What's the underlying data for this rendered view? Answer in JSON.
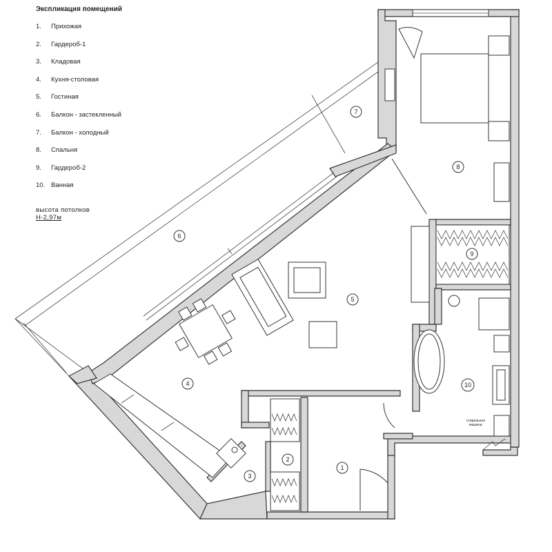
{
  "legend": {
    "title": "Экспликация помещений",
    "items": [
      {
        "num": "1.",
        "name": "Прихожая"
      },
      {
        "num": "2.",
        "name": " Гардероб-1"
      },
      {
        "num": "3.",
        "name": "Кладовая"
      },
      {
        "num": "4.",
        "name": "Кухня-столовая"
      },
      {
        "num": "5.",
        "name": "Гостиная"
      },
      {
        "num": "6.",
        "name": "Балкон - застекленный"
      },
      {
        "num": "7.",
        "name": "Балкон - холодный"
      },
      {
        "num": "8.",
        "name": "Спальня"
      },
      {
        "num": "9.",
        "name": " Гардероб-2"
      },
      {
        "num": "10.",
        "name": "Ванная"
      }
    ],
    "height_label": "высота потолков",
    "height_value": "Н-2,97м"
  },
  "rooms": {
    "r1": "1",
    "r2": "2",
    "r3": "3",
    "r4": "4",
    "r5": "5",
    "r6": "6",
    "r7": "7",
    "r8": "8",
    "r9": "9",
    "r10": "10"
  },
  "appliance": {
    "line1": "стиральная",
    "line2": "машина"
  }
}
